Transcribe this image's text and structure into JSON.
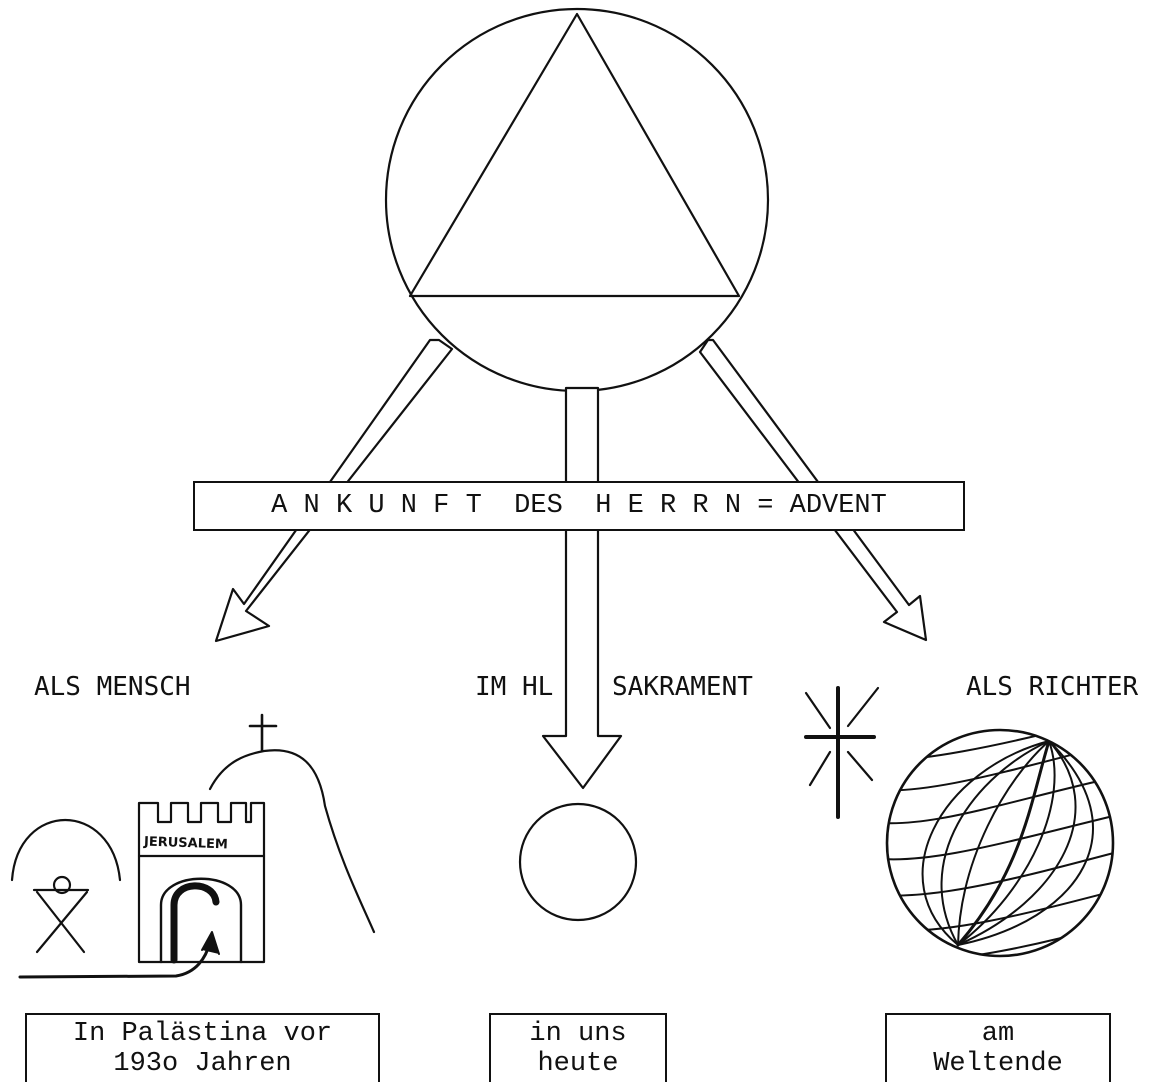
{
  "banner": {
    "text": "A N K U N F T  DES  H E R R N = ADVENT"
  },
  "labels": {
    "left": "ALS MENSCH",
    "middle_left": "IM HL",
    "middle_right": "SAKRAMENT",
    "right": "ALS RICHTER",
    "city": "JERUSALEM"
  },
  "boxes": {
    "left": {
      "line1": "In Palästina vor",
      "line2": "193o Jahren"
    },
    "middle": {
      "line1": "in uns",
      "line2": "heute"
    },
    "right": {
      "line1": "am",
      "line2": "Weltende"
    }
  },
  "icons": [
    "trinity-circle-triangle-icon",
    "manger-icon",
    "city-gate-icon",
    "hill-cross-icon",
    "host-circle-icon",
    "radiant-cross-icon",
    "globe-icon"
  ]
}
